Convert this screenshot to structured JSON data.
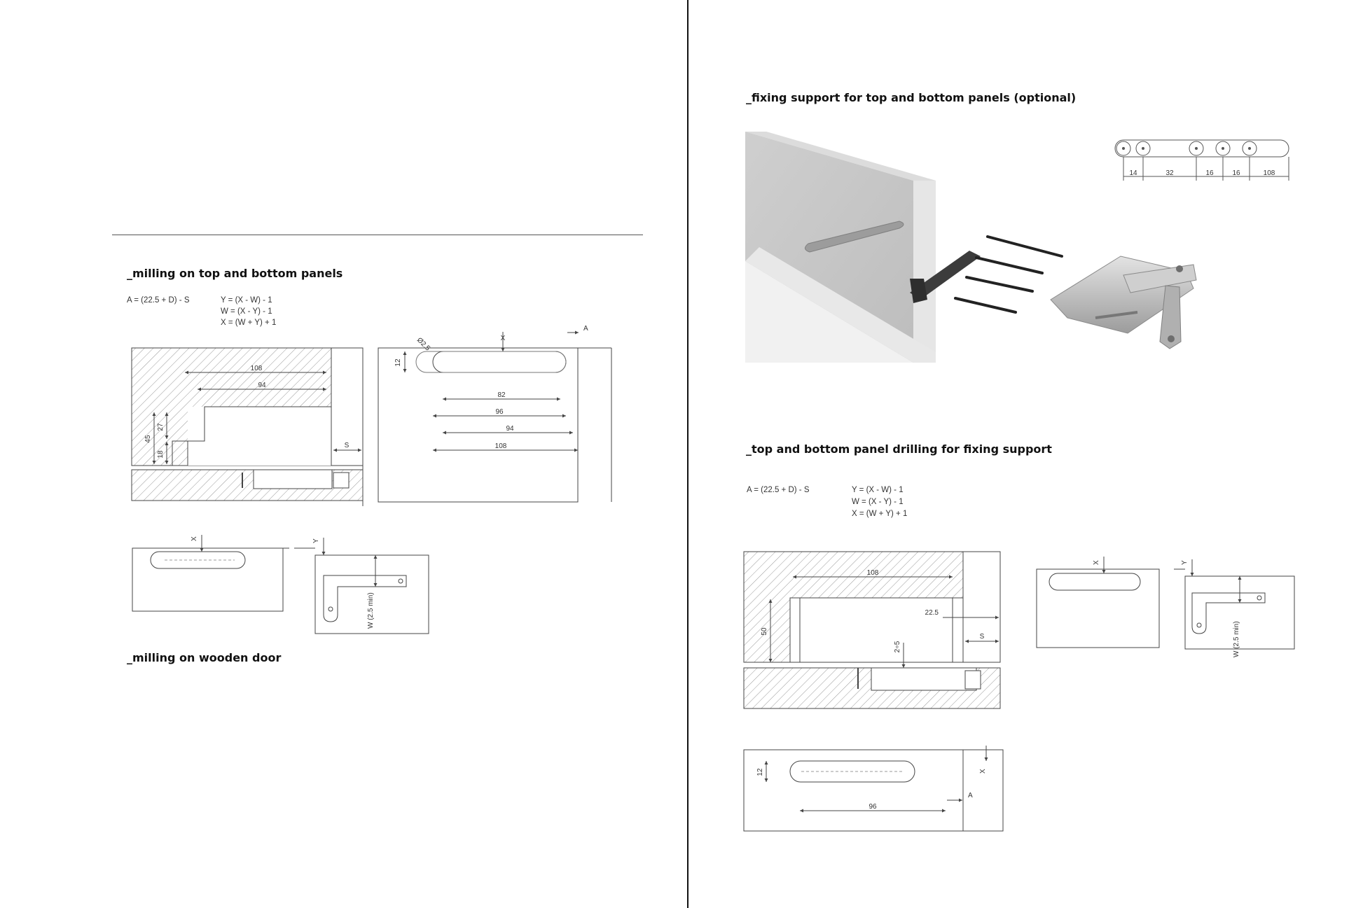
{
  "left": {
    "milling_panels": {
      "title": "_milling on top and bottom panels",
      "formula_a": "A = (22.5 + D) - S",
      "formula_y": "Y = (X - W) - 1",
      "formula_w": "W = (X - Y) - 1",
      "formula_x": "X = (W + Y) + 1",
      "section_dims": {
        "d108": "108",
        "d94": "94",
        "d45": "45",
        "d27": "27",
        "d18": "18",
        "s": "S"
      },
      "top_dims": {
        "dia": "Ø2.5",
        "x": "X",
        "a": "A",
        "h12": "12",
        "d82": "82",
        "d96": "96",
        "d94": "94",
        "d108": "108"
      },
      "detail_dims": {
        "x": "X",
        "y": "Y",
        "w": "W (2.5 min)"
      }
    },
    "milling_door": {
      "title": "_milling on wooden door"
    }
  },
  "right": {
    "fixing_support": {
      "title": "_fixing support for top and bottom panels (optional)",
      "strip_dims": [
        "14",
        "32",
        "16",
        "16",
        "108"
      ]
    },
    "drilling": {
      "title": "_top and bottom panel drilling for fixing support",
      "formula_a": "A = (22.5 + D) - S",
      "formula_y": "Y = (X - W) - 1",
      "formula_w": "W = (X - Y) - 1",
      "formula_x": "X = (W + Y) + 1",
      "section_dims": {
        "d108": "108",
        "d50": "50",
        "d22_5": "22.5",
        "d2_5": "2÷5",
        "s": "S"
      },
      "detail_dims": {
        "x": "X",
        "y": "Y",
        "w": "W (2.5 min)"
      },
      "bottom_dims": {
        "h12": "12",
        "d96": "96",
        "x": "X",
        "a": "A"
      }
    }
  },
  "colors": {
    "line": "#333333",
    "hatch": "#999999",
    "panel": "#d9d9d9",
    "divider": "#111111"
  }
}
